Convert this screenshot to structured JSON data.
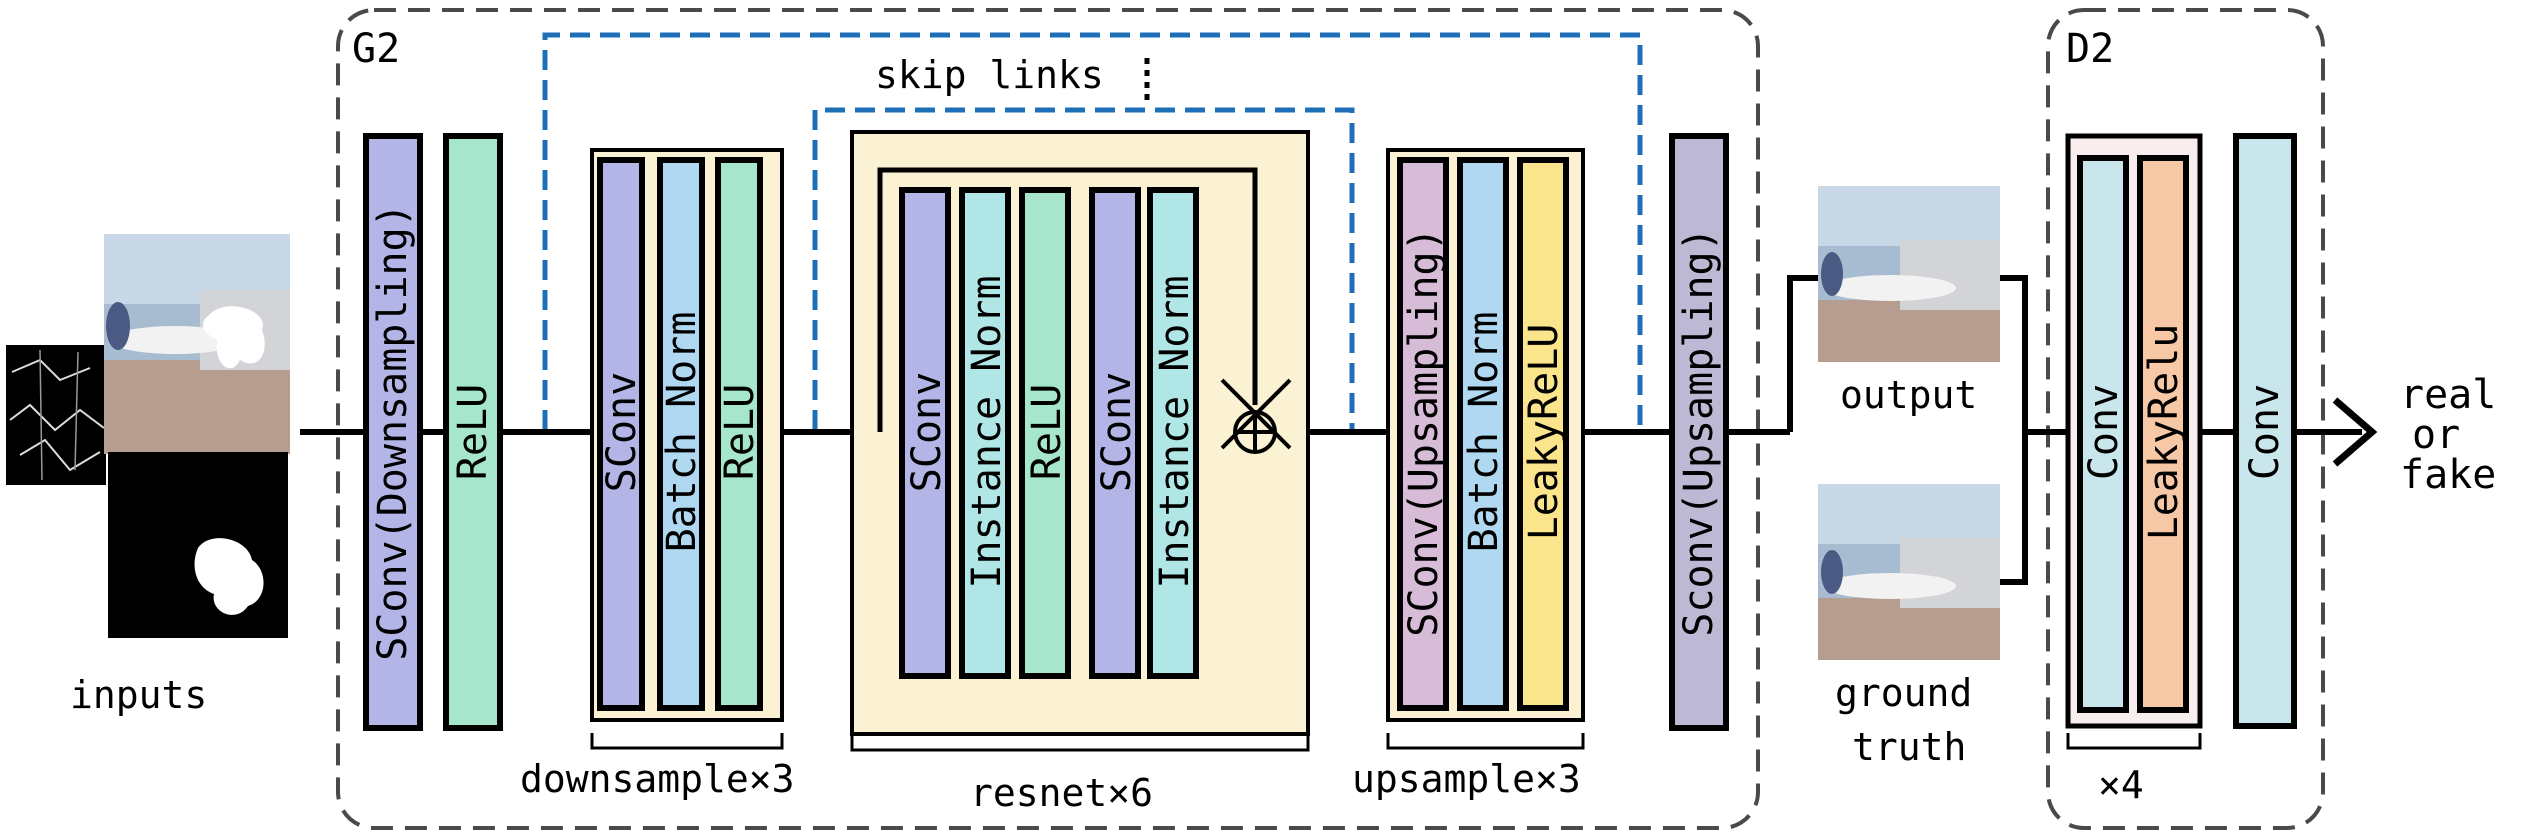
{
  "generator": {
    "name": "G2",
    "layers": {
      "sconv_down": "SConv(Downsampling)",
      "relu": "ReLU",
      "sconv_up_final": "Sconv(Upsampling)"
    },
    "skip_label": "skip links",
    "downsample": {
      "layers": [
        "SConv",
        "Batch Norm",
        "ReLU"
      ],
      "label": "downsample×3"
    },
    "resnet": {
      "layers": [
        "SConv",
        "Instance Norm",
        "ReLU",
        "SConv",
        "Instance Norm"
      ],
      "label": "resnet×6"
    },
    "upsample": {
      "layers": [
        "SConv(Upsampling)",
        "Batch Norm",
        "LeakyReLU"
      ],
      "label": "upsample×3"
    }
  },
  "discriminator": {
    "name": "D2",
    "repeat": {
      "layers": [
        "Conv",
        "LeakyRelu"
      ],
      "label": "×4"
    },
    "final": "Conv",
    "result_lines": [
      "real",
      "or",
      "fake"
    ]
  },
  "io": {
    "inputs_label": "inputs",
    "output_label": "output",
    "ground_truth_lines": [
      "ground",
      "truth"
    ]
  },
  "colors": {
    "sconv": "#b3b5e6",
    "relu": "#a6e6cc",
    "batch_norm": "#b0d8f0",
    "instance_norm": "#b0e6e6",
    "block_bg": "#faf2d2",
    "sconv_up": "#d6bcd6",
    "leakyrelu_g": "#fae48c",
    "sconv_final": "#bdb8d3",
    "d_conv": "#c8e6ec",
    "d_leaky": "#f7c8a5",
    "skip": "#1f6fb8"
  }
}
